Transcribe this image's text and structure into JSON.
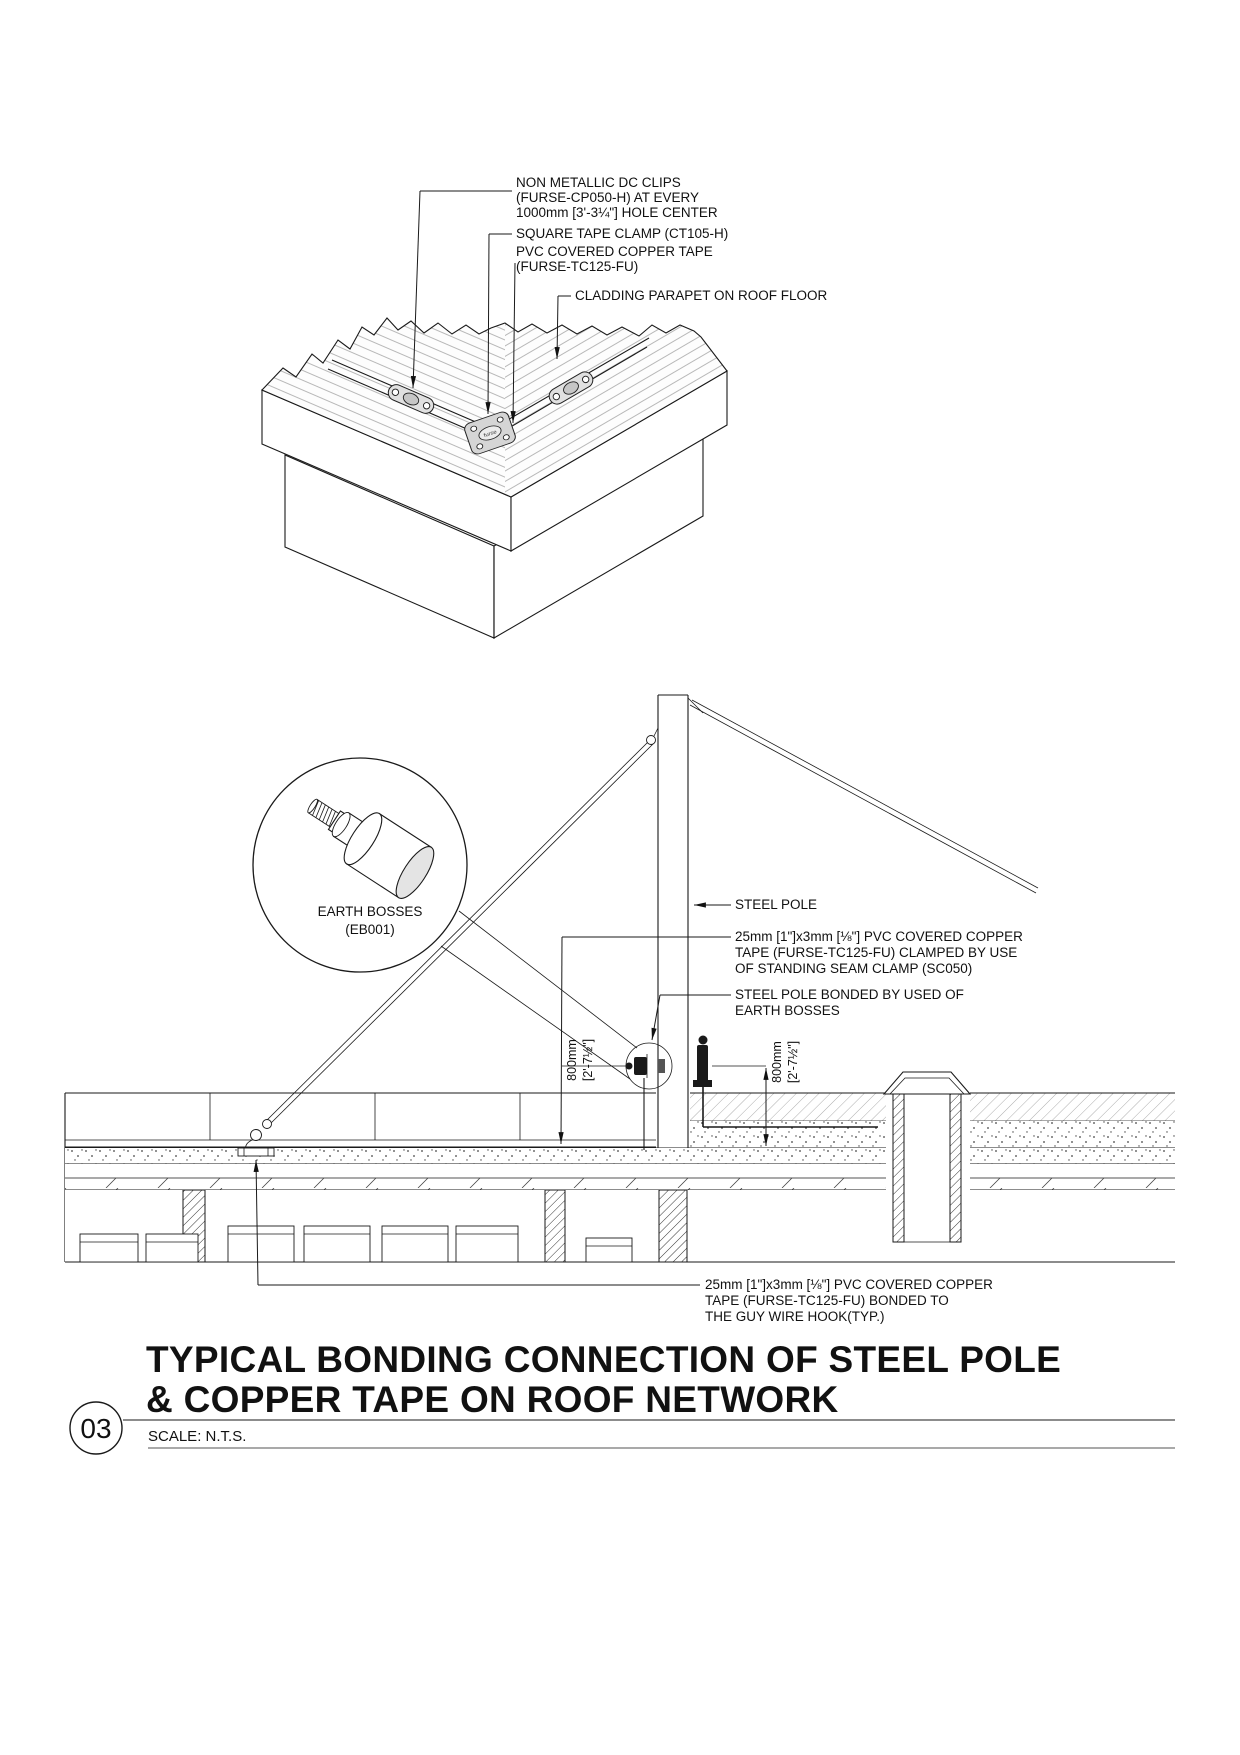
{
  "iso": {
    "clamp_brand": "furse",
    "labels": {
      "dc_clips": [
        "NON METALLIC DC CLIPS",
        "(FURSE-CP050-H) AT EVERY",
        "1000mm [3'-3¼\"] HOLE CENTER"
      ],
      "square_clamp": "SQUARE TAPE CLAMP (CT105-H)",
      "pvc_tape": [
        "PVC COVERED COPPER TAPE",
        "(FURSE-TC125-FU)"
      ],
      "cladding": "CLADDING PARAPET ON ROOF FLOOR"
    }
  },
  "section": {
    "labels": {
      "earth_bosses": [
        "EARTH BOSSES",
        "(EB001)"
      ],
      "steel_pole": "STEEL POLE",
      "tape_clamped": [
        "25mm [1\"]x3mm [⅛\"] PVC COVERED COPPER",
        "TAPE (FURSE-TC125-FU) CLAMPED BY USE",
        "OF STANDING SEAM CLAMP (SC050)"
      ],
      "pole_bonded": [
        "STEEL POLE BONDED BY USED OF",
        "EARTH BOSSES"
      ],
      "tape_bonded": [
        "25mm [1\"]x3mm [⅛\"] PVC COVERED COPPER",
        "TAPE (FURSE-TC125-FU) BONDED TO",
        "THE GUY WIRE HOOK(TYP.)"
      ]
    },
    "dimensions": {
      "left": [
        "800mm",
        "[2'-7½\"]"
      ],
      "right": [
        "800mm",
        "[2'-7½\"]"
      ]
    }
  },
  "titleblock": {
    "number": "03",
    "title": [
      "TYPICAL BONDING CONNECTION OF STEEL POLE",
      "& COPPER TAPE ON ROOF NETWORK"
    ],
    "scale": "SCALE: N.T.S."
  }
}
